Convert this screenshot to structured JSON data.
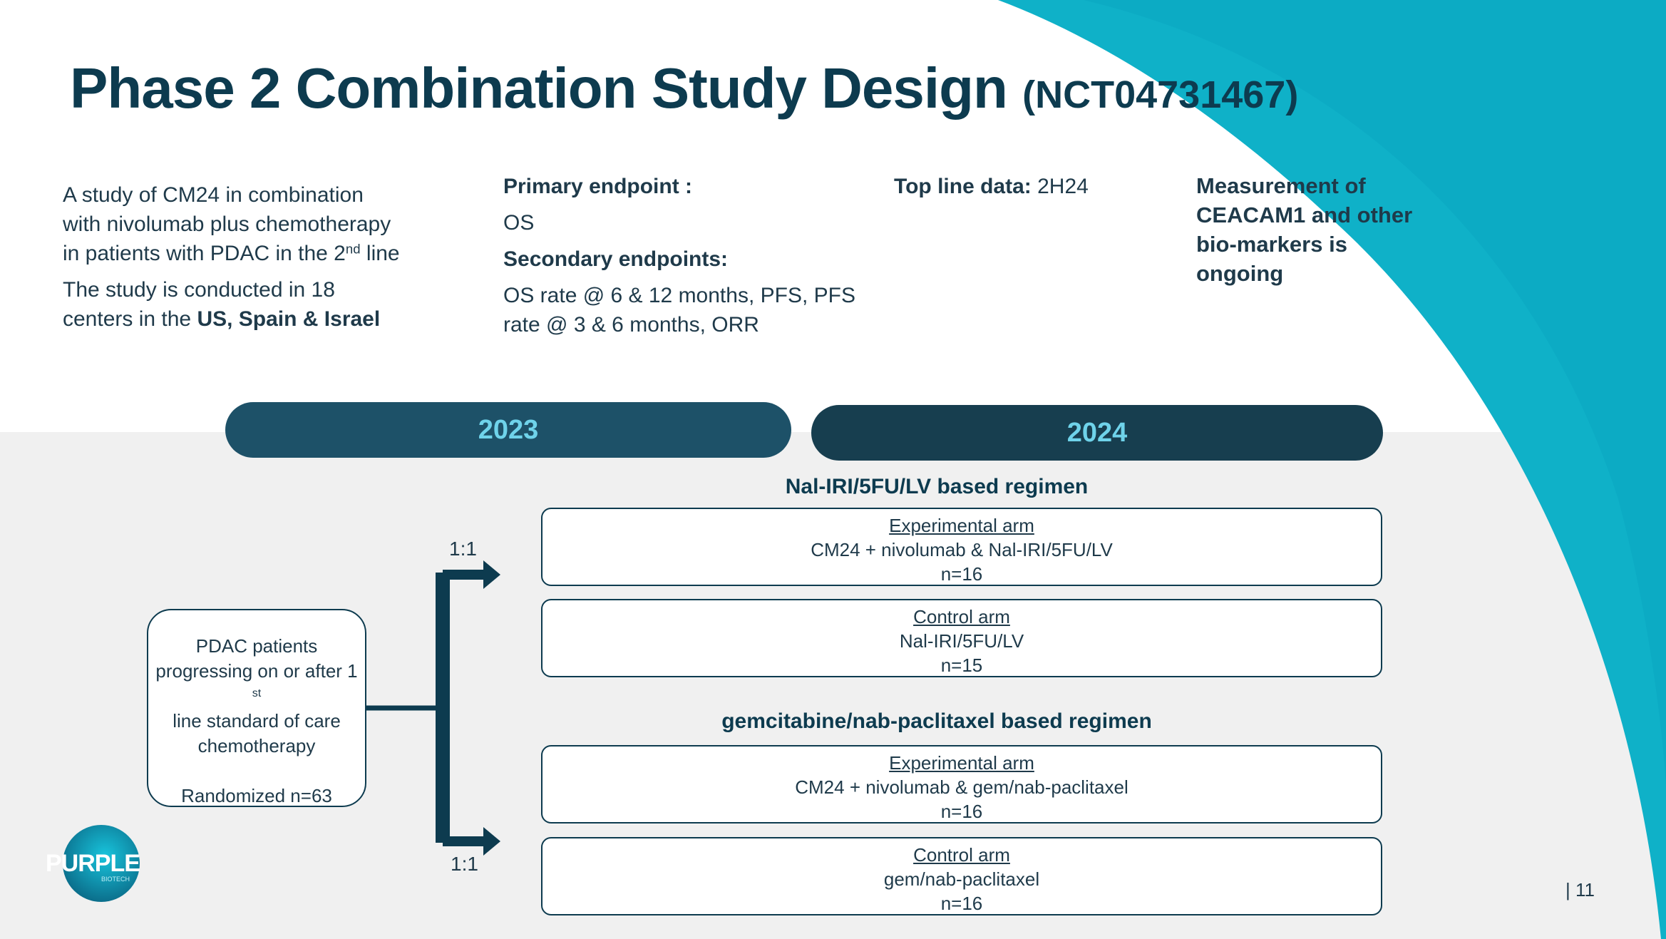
{
  "slide": {
    "title": "Phase 2 Combination Study Design",
    "title_suffix": "(NCT04731467)",
    "page_number": "| 11",
    "accent_color": "#0fb1c8",
    "dark_color": "#0d3b4f"
  },
  "summary": {
    "line1": "A study of CM24 in combination with nivolumab plus chemotherapy in patients with PDAC in the 2",
    "line1_sup": "nd",
    "line1_end": " line",
    "line2": "The study is conducted in 18 centers in the ",
    "line2_bold": "US, Spain & Israel"
  },
  "endpoints": {
    "primary_label": "Primary endpoint :",
    "primary_value": "OS",
    "secondary_label": "Secondary endpoints:",
    "secondary_value": "OS rate @ 6 & 12 months, PFS, PFS rate @ 3 & 6 months, ORR"
  },
  "topline": {
    "label": "Top line data:",
    "value": " 2H24"
  },
  "biomarkers": {
    "text": "Measurement of CEACAM1 and other bio-markers is ongoing"
  },
  "timeline": {
    "year1": "2023",
    "year2": "2024"
  },
  "patients": {
    "line1": "PDAC patients progressing on or after 1",
    "sup": "st",
    "line2": " line standard of care chemotherapy",
    "randomized": "Randomized n=63"
  },
  "ratios": {
    "top": "1:1",
    "bottom": "1:1"
  },
  "regimens": [
    {
      "title": "Nal-IRI/5FU/LV based regimen",
      "arms": [
        {
          "label": "Experimental arm",
          "treatment": "CM24 + nivolumab & Nal-IRI/5FU/LV",
          "n": "n=16"
        },
        {
          "label": "Control arm",
          "treatment": "Nal-IRI/5FU/LV",
          "n": "n=15"
        }
      ]
    },
    {
      "title": "gemcitabine/nab-paclitaxel based regimen",
      "arms": [
        {
          "label": "Experimental arm",
          "treatment": "CM24 + nivolumab & gem/nab-paclitaxel",
          "n": "n=16"
        },
        {
          "label": "Control arm",
          "treatment": "gem/nab-paclitaxel",
          "n": "n=16"
        }
      ]
    }
  ],
  "logo": {
    "text": "PURPLE",
    "subtext": "BIOTECH"
  }
}
